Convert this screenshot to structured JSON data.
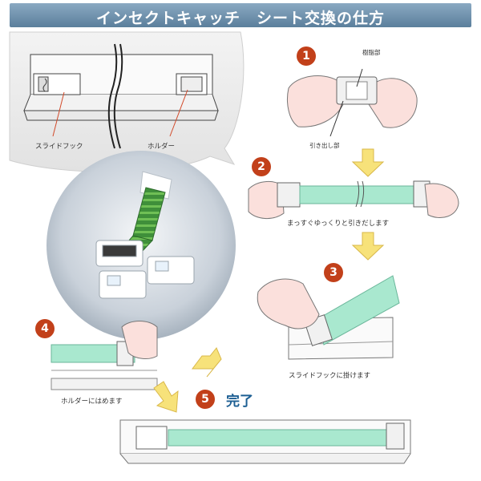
{
  "header": {
    "title": "インセクトキャッチ　シート交換の仕方"
  },
  "callout": {
    "label_hook": "スライドフック",
    "label_holder": "ホルダー"
  },
  "steps": [
    {
      "number": "1",
      "label_top": "樹脂部",
      "label_bottom": "引き出し部"
    },
    {
      "number": "2",
      "caption": "まっすぐゆっくりと引きだします"
    },
    {
      "number": "3",
      "caption": "スライドフックに掛けます"
    },
    {
      "number": "4",
      "caption": "ホルダーにはめます"
    },
    {
      "number": "5",
      "caption": "完了"
    }
  ],
  "colors": {
    "header": "#6d8fad",
    "step_circle": "#c2401a",
    "sheet": "#a9e8cf",
    "arrow": "#f7e27a",
    "done_text": "#1d5f93"
  }
}
